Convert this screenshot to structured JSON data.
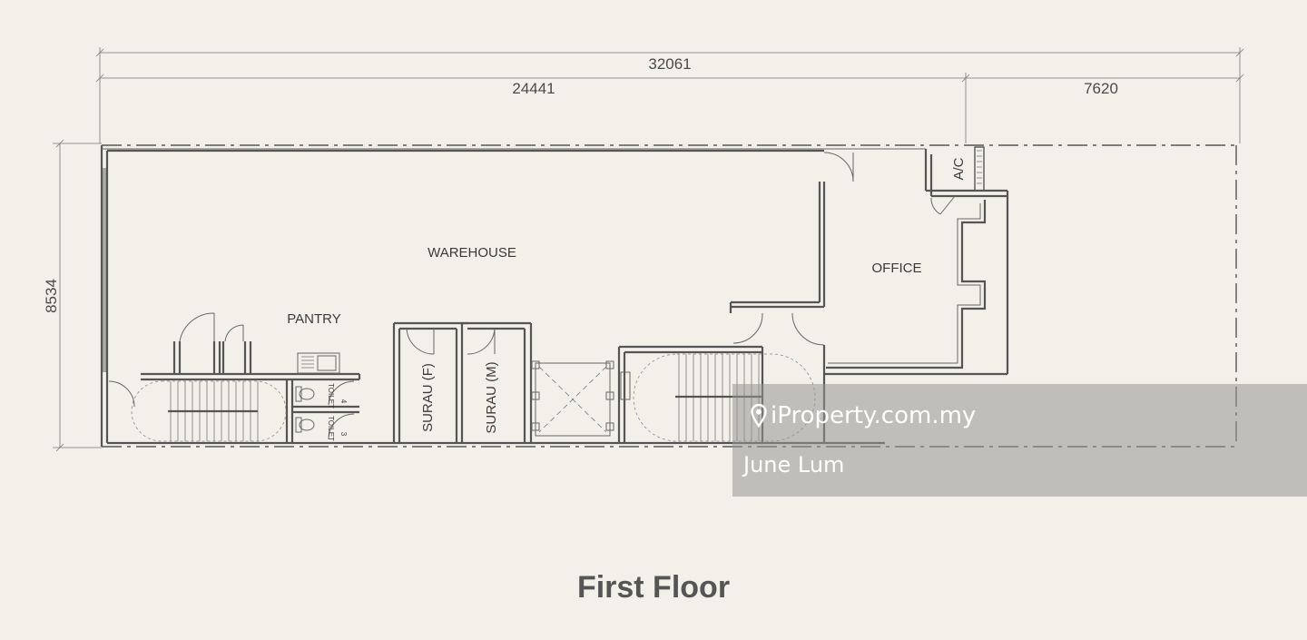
{
  "dimensions": {
    "overall": "32061",
    "left_section": "24441",
    "right_section": "7620",
    "depth": "8534"
  },
  "rooms": {
    "warehouse": "WAREHOUSE",
    "office": "OFFICE",
    "pantry": "PANTRY",
    "surau_f": "SURAU (F)",
    "surau_m": "SURAU (M)",
    "ac": "A/C",
    "toilet_4": "TOILET",
    "toilet_4_num": "4",
    "toilet_3": "TOILET",
    "toilet_3_num": "3"
  },
  "title": "First Floor",
  "watermark": {
    "brand": "iProperty.com.my",
    "user": "June Lum",
    "pin_icon": "location-pin-icon"
  }
}
